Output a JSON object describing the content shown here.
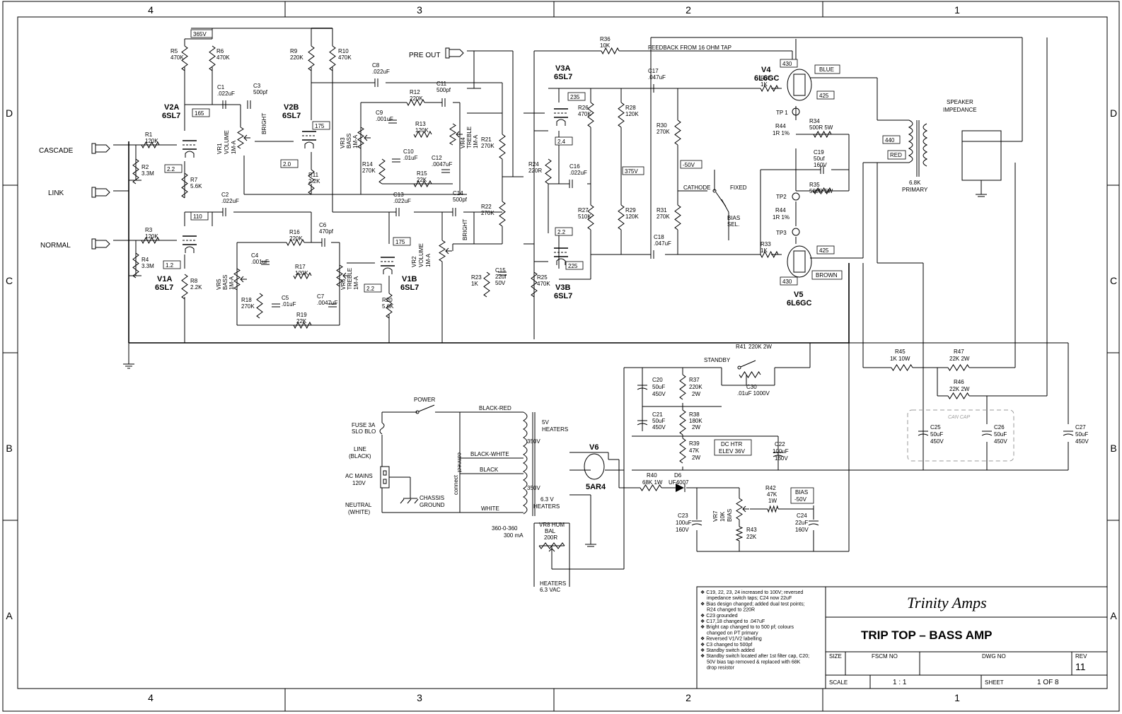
{
  "frame": {
    "zones_columns": [
      "4",
      "3",
      "2",
      "1"
    ],
    "zones_rows": [
      "D",
      "C",
      "B",
      "A"
    ]
  },
  "inputs": {
    "cascade": "CASCADE",
    "link": "LINK",
    "normal": "NORMAL"
  },
  "pre_out": "PRE OUT",
  "tubes": {
    "v2a": "V2A",
    "v2a_type": "6SL7",
    "v1a": "V1A",
    "v1a_type": "6SL7",
    "v2b": "V2B",
    "v2b_type": "6SL7",
    "v1b": "V1B",
    "v1b_type": "6SL7",
    "v3a": "V3A",
    "v3a_type": "6SL7",
    "v3b": "V3B",
    "v3b_type": "6SL7",
    "v4": "V4",
    "v4_type": "6L6GC",
    "v5": "V5",
    "v5_type": "6L6GC",
    "v6": "V6",
    "v6_type": "5AR4"
  },
  "voltages": {
    "v365": "365V",
    "v165": "165",
    "v2_2a": "2.2",
    "v110": "110",
    "v1_2": "1.2",
    "v175a": "175",
    "v2_0": "2.0",
    "v175b": "175",
    "v2_2b": "2.2",
    "v235": "235",
    "v2_4": "2.4",
    "v2_2c": "2.2",
    "v225": "225",
    "v375": "375V",
    "v_50": "-50V",
    "v430a": "430",
    "v425a": "425",
    "v425b": "425",
    "v430b": "430",
    "v440": "440",
    "bias": "BIAS",
    "bias_50": "-50V",
    "dc_htr": "DC HTR",
    "elev": "ELEV 36V"
  },
  "wire_colors": {
    "blue": "BLUE",
    "brown": "BROWN",
    "red": "RED"
  },
  "components": [
    {
      "id": "R5",
      "value": "470K"
    },
    {
      "id": "R6",
      "value": "470K"
    },
    {
      "id": "R9",
      "value": "220K"
    },
    {
      "id": "R10",
      "value": "470K"
    },
    {
      "id": "R1",
      "value": "120K"
    },
    {
      "id": "R2",
      "value": "3.3M"
    },
    {
      "id": "R7",
      "value": "5.6K"
    },
    {
      "id": "R3",
      "value": "120K"
    },
    {
      "id": "R4",
      "value": "3.3M"
    },
    {
      "id": "R8",
      "value": "2.2K"
    },
    {
      "id": "R11",
      "value": "2.2K"
    },
    {
      "id": "R12",
      "value": "220K"
    },
    {
      "id": "R13",
      "value": "120K"
    },
    {
      "id": "R14",
      "value": "270K"
    },
    {
      "id": "R15",
      "value": "22K"
    },
    {
      "id": "R16",
      "value": "220K"
    },
    {
      "id": "R17",
      "value": "120K"
    },
    {
      "id": "R18",
      "value": "270K"
    },
    {
      "id": "R19",
      "value": "22K"
    },
    {
      "id": "R20",
      "value": "5.6K"
    },
    {
      "id": "R21",
      "value": "270K"
    },
    {
      "id": "R22",
      "value": "270K"
    },
    {
      "id": "R23",
      "value": "1K"
    },
    {
      "id": "R24",
      "value": "220R"
    },
    {
      "id": "R25",
      "value": "470K"
    },
    {
      "id": "R26",
      "value": "470K"
    },
    {
      "id": "R27",
      "value": "510K"
    },
    {
      "id": "R28",
      "value": "120K"
    },
    {
      "id": "R29",
      "value": "120K"
    },
    {
      "id": "R30",
      "value": "270K"
    },
    {
      "id": "R31",
      "value": "270K"
    },
    {
      "id": "R32",
      "value": "1K"
    },
    {
      "id": "R33",
      "value": "1K"
    },
    {
      "id": "R34",
      "value": "500R 5W"
    },
    {
      "id": "R35",
      "value": "500R 5W"
    },
    {
      "id": "R36",
      "value": "10K"
    },
    {
      "id": "C1",
      "value": ".022uF"
    },
    {
      "id": "C2",
      "value": ".022uF"
    },
    {
      "id": "C3",
      "value": "500pf"
    },
    {
      "id": "C4",
      "value": ".001uF"
    },
    {
      "id": "C5",
      "value": ".01uF"
    },
    {
      "id": "C6",
      "value": "470pf"
    },
    {
      "id": "C7",
      "value": ".0047uF"
    },
    {
      "id": "C8",
      "value": ".022uF"
    },
    {
      "id": "C9",
      "value": ".001uF"
    },
    {
      "id": "C10",
      "value": ".01uF"
    },
    {
      "id": "C11",
      "value": "500pf"
    },
    {
      "id": "C12",
      "value": ".0047uF"
    },
    {
      "id": "C13",
      "value": ".022uF"
    },
    {
      "id": "C14",
      "value": "500pf"
    },
    {
      "id": "C15",
      "value": "22uf 50V"
    },
    {
      "id": "C16",
      "value": ".022uF"
    },
    {
      "id": "C17",
      "value": ".047uF"
    },
    {
      "id": "C18",
      "value": ".047uF"
    },
    {
      "id": "C19",
      "value": "50uf 160V"
    }
  ],
  "pots": {
    "vr1": "VR1",
    "vr1_fn": "VOLUME",
    "vr1_val": "1M-A",
    "vr2": "VR2",
    "vr2_fn": "VOLUME",
    "vr2_val": "1M-A",
    "vr3": "VR3",
    "vr3_fn": "BASS",
    "vr3_val": "1M-A",
    "vr4": "VR4",
    "vr4_fn": "TREBLE",
    "vr4_val": "1M-A",
    "vr5": "VR5",
    "vr5_fn": "BASS",
    "vr5_val": "1M-A",
    "vr6": "VR6",
    "vr6_fn": "TREBLE",
    "vr6_val": "1M-A",
    "vr7": "VR7",
    "vr7_val": "10K",
    "vr7_fn": "BIAS",
    "vr8": "VR8 HUM",
    "vr8_fn": "BAL",
    "vr8_val": "200R",
    "bright": "BRIGHT"
  },
  "misc": {
    "feedback": "FEEDBACK FROM 16 OHM TAP",
    "cathode": "CATHODE",
    "fixed": "FIXED",
    "bias_sel": "BIAS",
    "bias_sel2": "SEL.",
    "tp1": "TP 1",
    "tp2": "TP2",
    "tp3": "TP3",
    "r44a": "R44",
    "r44a_val": "1R 1%",
    "r44b": "R44",
    "r44b_val": "1R 1%",
    "speaker": "SPEAKER",
    "impedance": "IMPEDANCE",
    "primary": "6.8K",
    "primary2": "PRIMARY"
  },
  "psu": {
    "standby": "STANDBY",
    "r41": "R41",
    "r41_val": "220K 2W",
    "c30": "C30",
    "c30_val": ".01uF 1000V",
    "r45": "R45",
    "r45_val": "1K 10W",
    "r47": "R47",
    "r47_val": "22K 2W",
    "r46": "R46",
    "r46_val": "22K 2W",
    "c20": "C20",
    "c20_val": "50uF",
    "c20_v": "450V",
    "c21": "C21",
    "c21_val": "50uF",
    "c21_v": "450V",
    "r37": "R37",
    "r37_val": "220K",
    "r37_w": "2W",
    "r38": "R38",
    "r38_val": "180K",
    "r38_w": "2W",
    "r39": "R39",
    "r39_val": "47K",
    "r39_w": "2W",
    "c22": "C22",
    "c22_val": "100uF",
    "c22_v": "160V",
    "can_cap": "CAN CAP",
    "c25": "C25",
    "c25_val": "50uF",
    "c25_v": "450V",
    "c26": "C26",
    "c26_val": "50uF",
    "c26_v": "450V",
    "c27": "C27",
    "c27_val": "50uF",
    "c27_v": "450V",
    "power": "POWER",
    "fuse": "FUSE 3A",
    "fuse2": "SLO BLO",
    "line": "LINE",
    "line2": "(BLACK)",
    "mains": "AC MAINS",
    "mains2": "120V",
    "neutral": "NEUTRAL",
    "neutral2": "(WHITE)",
    "chassis": "CHASSIS",
    "ground": "GROUND",
    "black_red": "BLACK-RED",
    "black_white": "BLACK-WHITE",
    "black": "BLACK",
    "white": "WHITE",
    "connect1": "connect",
    "connect2": "connect",
    "h5v": "5V",
    "h5v2": "HEATERS",
    "v350a": "350V",
    "v350b": "350V",
    "h63": "6.3 V",
    "h632": "HEATERS",
    "pt1": "360-0-360",
    "pt2": "300 mA",
    "heaters": "HEATERS",
    "heaters2": "6.3 VAC",
    "r40": "R40",
    "r40_val": "68K 1W",
    "d6": "D6",
    "d6_val": "UF4007",
    "r42": "R42",
    "r42_val": "47K",
    "r42_w": "1W",
    "r43": "R43",
    "r43_val": "22K",
    "c23": "C23",
    "c23_val": "100uF",
    "c23_v": "160V",
    "c24": "C24",
    "c24_val": "22uF",
    "c24_v": "160V"
  },
  "title_block": {
    "brand": "Trinity Amps",
    "title": "TRIP TOP – BASS AMP",
    "size_lbl": "SIZE",
    "fscm_lbl": "FSCM NO",
    "dwg_lbl": "DWG NO",
    "rev_lbl": "REV",
    "rev": "11",
    "scale_lbl": "SCALE",
    "scale": "1 : 1",
    "sheet_lbl": "SHEET",
    "sheet": "1 OF 8",
    "notes": [
      "C19, 22, 23, 24 increased to 100V; reversed",
      "impedance switch taps; C24 now 22uF",
      "Bias design changed; added dual test points;",
      "R24 changed to 220R",
      "C23 grounded",
      "C17,18 changed to .047uF",
      "Bright cap changed to to 500 pf; colours",
      "changed on PT primary",
      "Reversed V1/V2 labelling",
      "C3 changed to 500pf",
      "Standby switch added",
      "Standby switch located after 1st filter cap, C20;",
      "50V bias tap removed & replaced with 68K",
      "drop resistor"
    ]
  }
}
